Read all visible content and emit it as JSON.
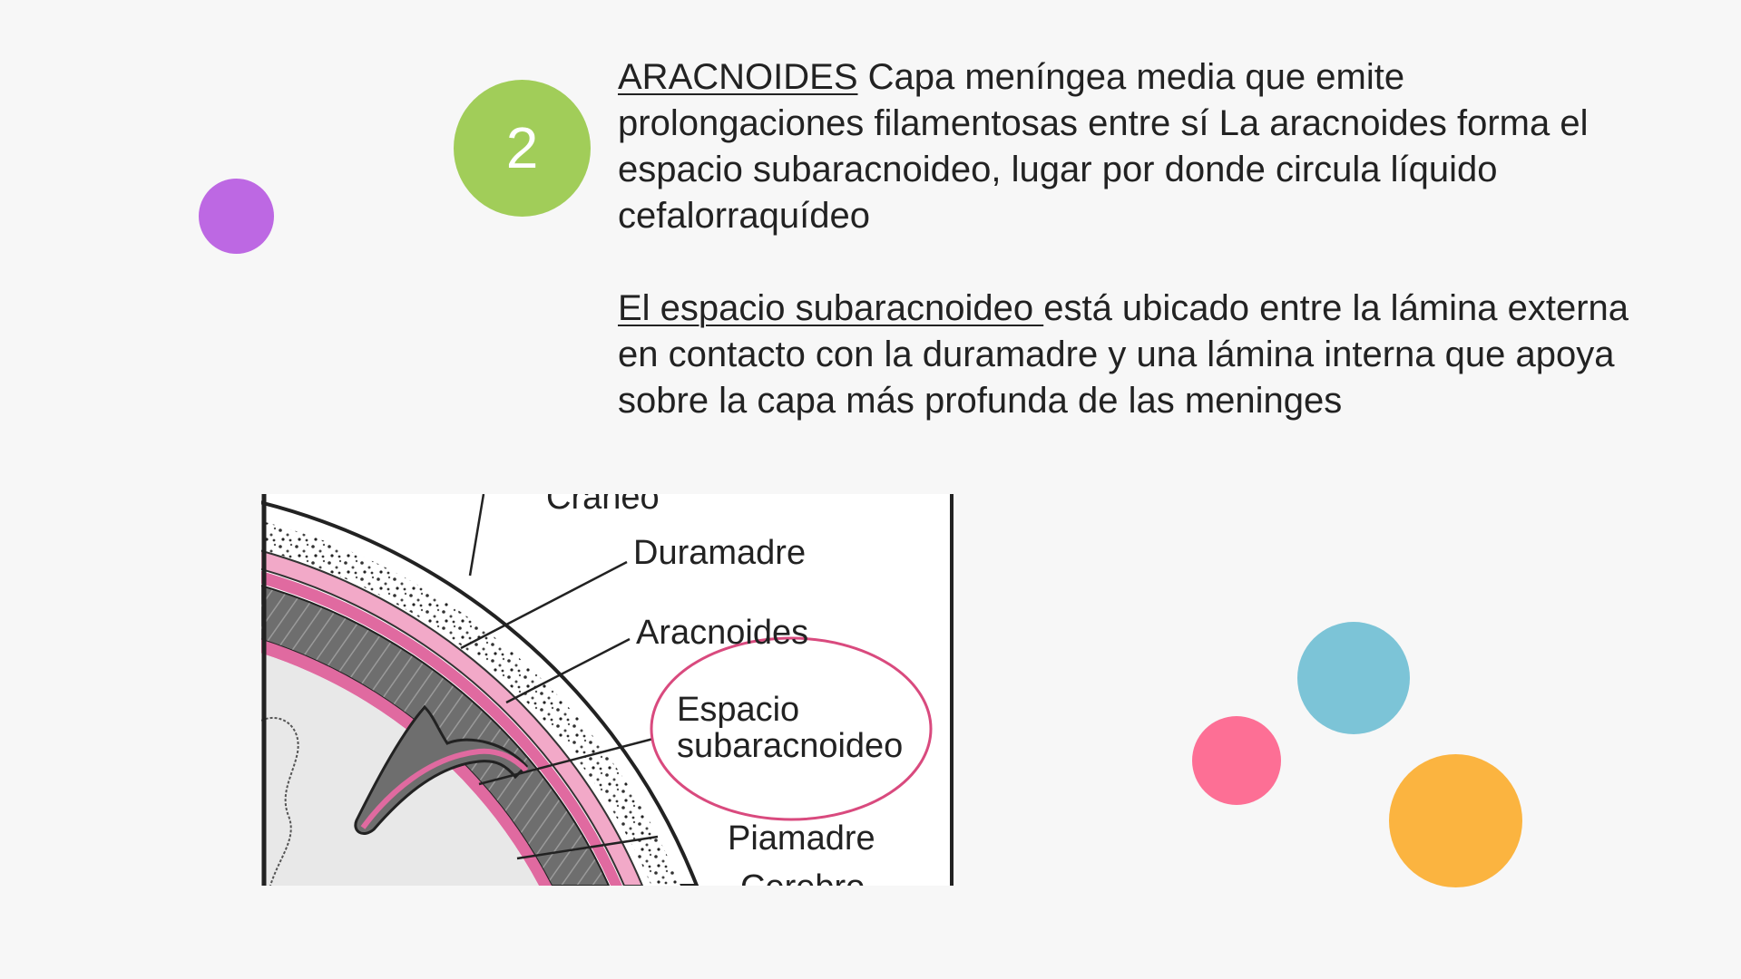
{
  "slide": {
    "number": "2",
    "paragraph1": {
      "term": "ARACNOIDES",
      "text": " Capa meníngea media que emite prolongaciones filamentosas entre sí La aracnoides forma el espacio subaracnoideo, lugar por donde circula líquido cefalorraquídeo"
    },
    "paragraph2": {
      "term": "El espacio subaracnoideo ",
      "text": "está ubicado entre la lámina externa en contacto con la duramadre y una lámina interna que apoya sobre la capa más profunda de las meninges"
    }
  },
  "diagram": {
    "labels": {
      "craneo": "Cráneo",
      "duramadre": "Duramadre",
      "aracnoides": "Aracnoides",
      "espacio": "Espacio",
      "subaracnoideo": "subaracnoideo",
      "piamadre": "Piamadre",
      "cerebro": "Cerebro"
    },
    "colors": {
      "meninge_pink": "#e06aa0",
      "highlight_ellipse": "#d94a7e",
      "space_gray": "#6e6e6e"
    }
  },
  "decor": {
    "colors": {
      "purple": "#bd68e3",
      "green": "#a1cd59",
      "blue": "#7cc4d7",
      "pink": "#fd6f95",
      "orange": "#fbb440"
    }
  }
}
